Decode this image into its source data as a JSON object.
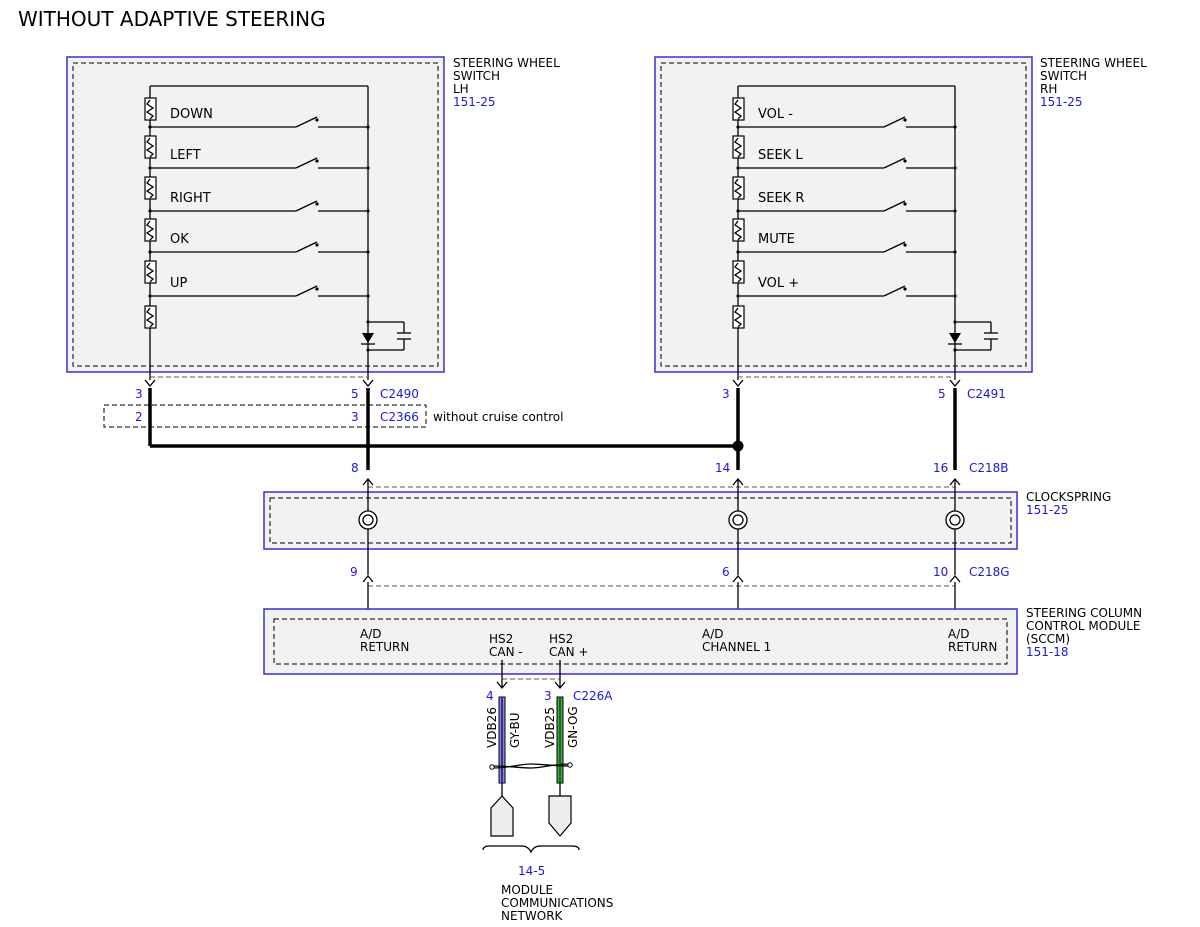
{
  "title": "WITHOUT ADAPTIVE STEERING",
  "components": {
    "switch_lh": {
      "name_lines": [
        "STEERING WHEEL",
        "SWITCH",
        "LH"
      ],
      "ref": "151-25",
      "buttons": [
        "DOWN",
        "LEFT",
        "RIGHT",
        "OK",
        "UP"
      ]
    },
    "switch_rh": {
      "name_lines": [
        "STEERING WHEEL",
        "SWITCH",
        "RH"
      ],
      "ref": "151-25",
      "buttons": [
        "VOL -",
        "SEEK L",
        "SEEK R",
        "MUTE",
        "VOL +"
      ]
    },
    "clockspring": {
      "name_lines": [
        "CLOCKSPRING"
      ],
      "ref": "151-25"
    },
    "sccm": {
      "name_lines": [
        "STEERING COLUMN",
        "CONTROL MODULE",
        "(SCCM)"
      ],
      "ref": "151-18",
      "pins": [
        {
          "lines": [
            "A/D",
            "RETURN"
          ]
        },
        {
          "lines": [
            "HS2",
            "CAN -"
          ]
        },
        {
          "lines": [
            "HS2",
            "CAN +"
          ]
        },
        {
          "lines": [
            "A/D",
            "CHANNEL 1"
          ]
        },
        {
          "lines": [
            "A/D",
            "RETURN"
          ]
        }
      ]
    },
    "network": {
      "ref": "14-5",
      "name_lines": [
        "MODULE",
        "COMMUNICATIONS",
        "NETWORK"
      ]
    }
  },
  "connectors": {
    "c2490": {
      "name": "C2490",
      "pins": [
        "3",
        "5"
      ]
    },
    "c2366": {
      "name": "C2366",
      "pins": [
        "2",
        "3"
      ],
      "note": "without cruise control"
    },
    "c2491": {
      "name": "C2491",
      "pins": [
        "3",
        "5"
      ]
    },
    "c218b": {
      "name": "C218B",
      "pins": [
        "8",
        "14",
        "16"
      ]
    },
    "c218g": {
      "name": "C218G",
      "pins": [
        "9",
        "6",
        "10"
      ]
    },
    "c226a": {
      "name": "C226A",
      "pins": [
        "4",
        "3"
      ]
    }
  },
  "wires": [
    {
      "circuit": "VDB26",
      "color": "GY-BU",
      "stripe_hex": "#6a6ab8"
    },
    {
      "circuit": "VDB25",
      "color": "GN-OG",
      "stripe_hex": "#2e8b2e"
    }
  ]
}
